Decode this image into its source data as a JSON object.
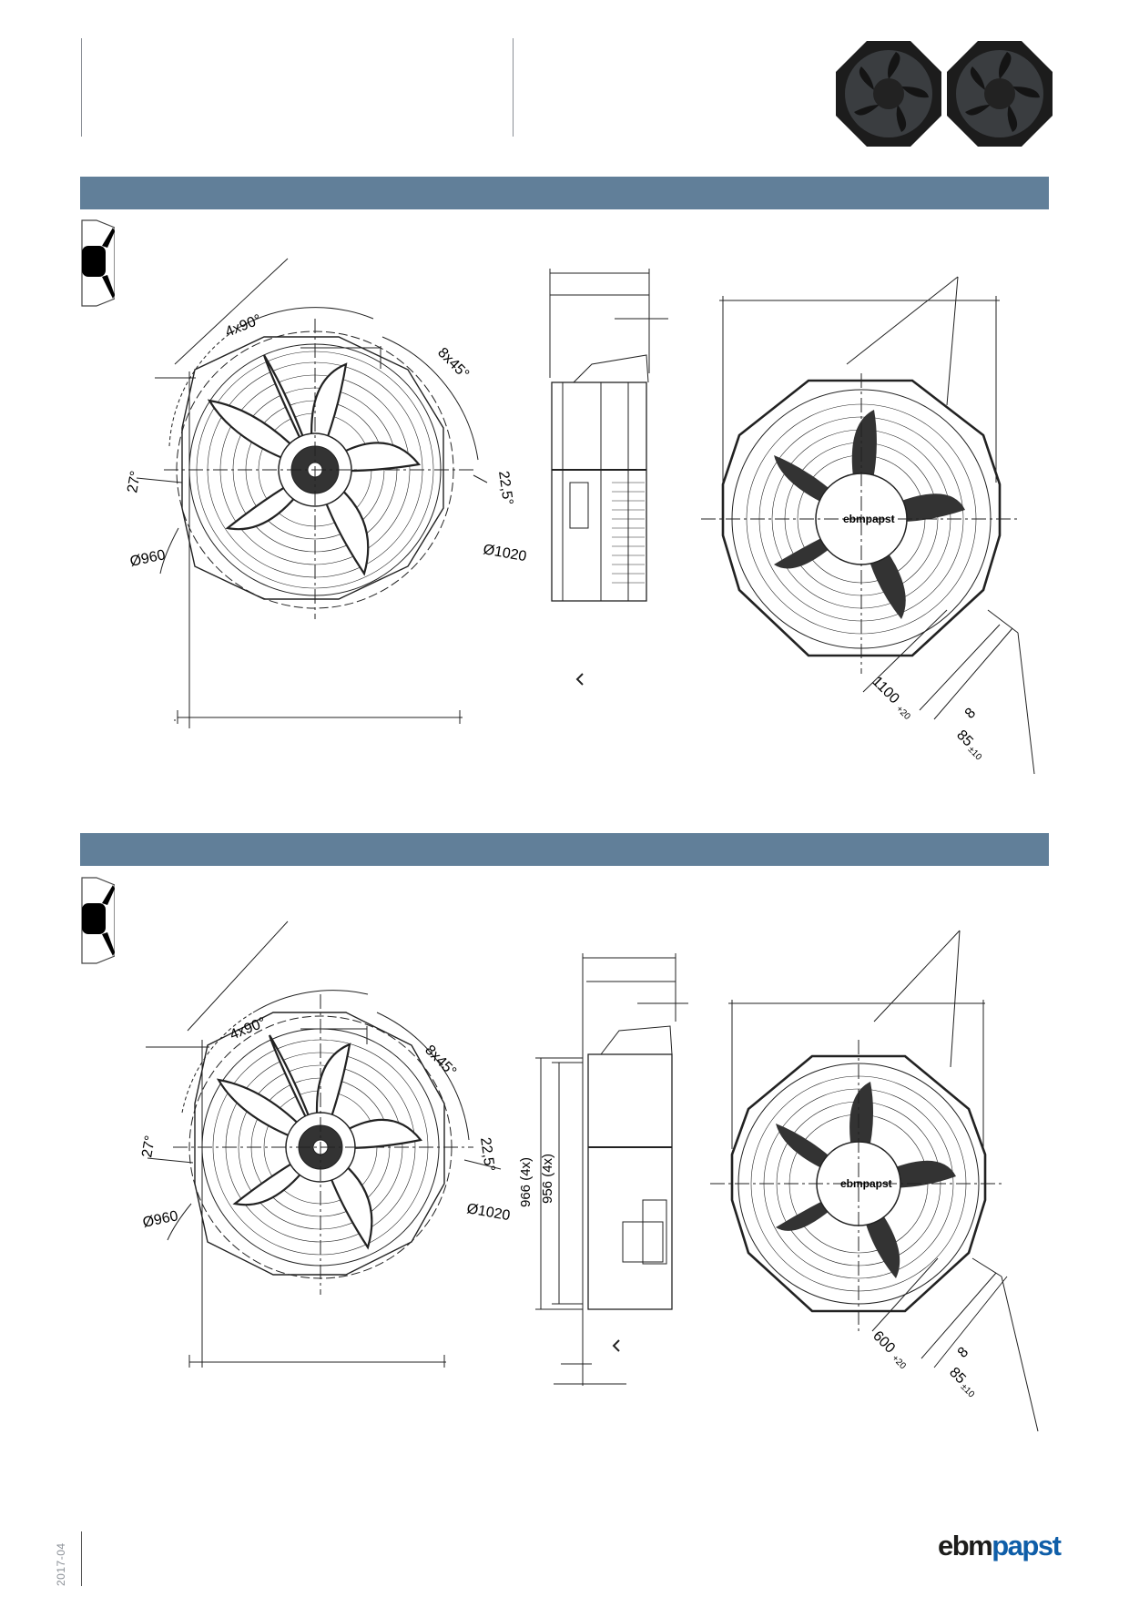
{
  "header": {
    "product_image": "two black axial fans (front view)"
  },
  "colors": {
    "section_bar": "#617f99",
    "brand_dark": "#1d1d1b",
    "brand_blue": "#0f5ea8",
    "footer_gray": "#8a8f96"
  },
  "section1": {
    "front_view": {
      "angle_4x90": "4x90°",
      "angle_8x45": "8x45°",
      "angle_27": "27°",
      "angle_22_5": "22,5°",
      "dia_960": "Ø960",
      "dia_1020": "Ø1020"
    },
    "rear_view": {
      "cable_length": "1100",
      "cable_tol": "+20",
      "strip": "8",
      "strip_end": "85",
      "strip_end_tol": "±10",
      "brand_hub": "ebmpapst"
    }
  },
  "section2": {
    "front_view": {
      "angle_4x90": "4x90°",
      "angle_8x45": "8x45°",
      "angle_27": "27°",
      "angle_22_5": "22,5°",
      "dia_960": "Ø960",
      "dia_1020": "Ø1020"
    },
    "side_view": {
      "dim_966": "966 (4x)",
      "dim_956": "956 (4x)"
    },
    "rear_view": {
      "cable_length": "600",
      "cable_tol": "+20",
      "strip": "8",
      "strip_end": "85",
      "strip_end_tol": "±10",
      "brand_hub": "ebmpapst"
    }
  },
  "footer": {
    "date": "2017-04",
    "logo_ebm": "ebm",
    "logo_papst": "papst"
  }
}
